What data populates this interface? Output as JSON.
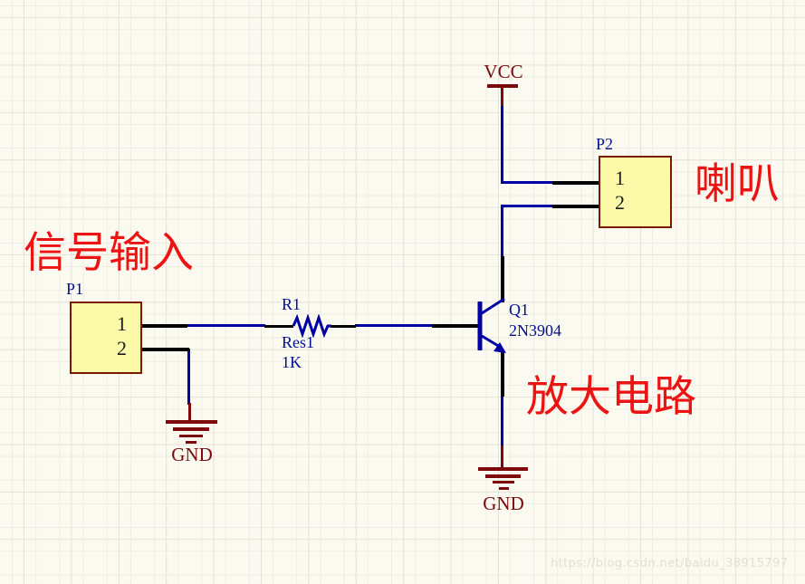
{
  "colors": {
    "wire": "#0000A3",
    "pin": "#000000",
    "power": "#7C0809",
    "designator": "#000F8F",
    "pin-number": "#1C1C1C",
    "annotation": "#EC1313",
    "part-fill": "#FCF9A9",
    "part-border": "#7C1A00",
    "watermark": "#E2DFD4",
    "background": "#FBFAF1",
    "grid-major": "#E4E2D7",
    "grid-minor": "#EFEDE3"
  },
  "power": {
    "vcc": "VCC",
    "gnd_left": "GND",
    "gnd_bottom": "GND"
  },
  "connectors": {
    "p1": {
      "designator": "P1",
      "pins": [
        "1",
        "2"
      ]
    },
    "p2": {
      "designator": "P2",
      "pins": [
        "1",
        "2"
      ]
    }
  },
  "resistor": {
    "designator": "R1",
    "comment": "Res1",
    "value": "1K"
  },
  "transistor": {
    "designator": "Q1",
    "part": "2N3904"
  },
  "annotations": {
    "signal_input": "信号输入",
    "speaker": "喇叭",
    "amplifier": "放大电路"
  },
  "watermark": {
    "text": "https://blog.csdn.net/baidu_38915797"
  }
}
